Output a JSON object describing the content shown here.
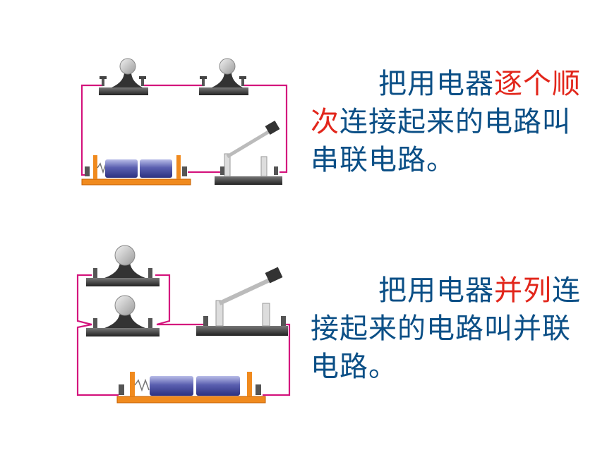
{
  "series": {
    "lead": "把用电器",
    "highlight": "逐个顺次",
    "rest": "连接起来的电路叫串联电路。"
  },
  "parallel": {
    "lead": "把用电器",
    "highlight": "并列",
    "rest": "连接起来的电路叫并联电路。"
  },
  "colors": {
    "text": "#0b4f86",
    "highlight": "#e2261b",
    "wire": "#d4147d",
    "battery": "#5a5fb0",
    "holder": "#f08a1e"
  }
}
